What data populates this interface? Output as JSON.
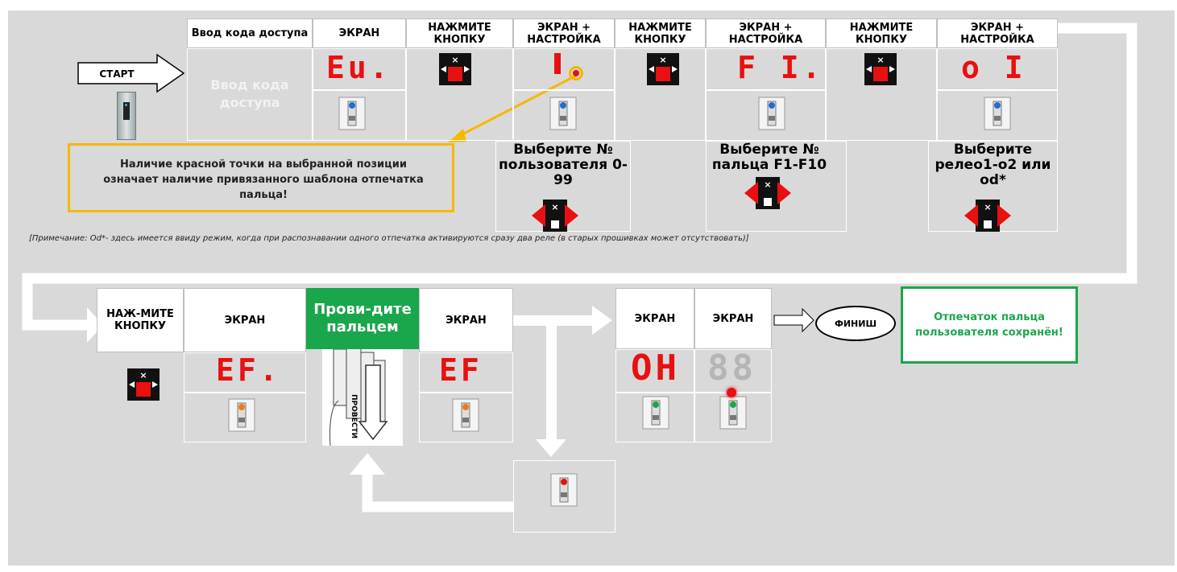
{
  "start_label": "СТАРТ",
  "finish_label": "ФИНИШ",
  "top_headers": [
    "Ввод кода доступа",
    "ЭКРАН",
    "НАЖМИТЕ КНОПКУ",
    "ЭКРАН + НАСТРОЙКА",
    "НАЖМИТЕ КНОПКУ",
    "ЭКРАН + НАСТРОЙКА",
    "НАЖМИТЕ КНОПКУ",
    "ЭКРАН + НАСТРОЙКА"
  ],
  "code_entry_faded": "Ввод кода доступа",
  "displays_top": [
    "Eu.",
    "F I.",
    "o I"
  ],
  "select_user": "Выберите № пользователя 0-99",
  "select_finger": "Выберите № пальца F1-F10",
  "select_relay": "Выберите релео1-о2 или od*",
  "red_dot_note": "Наличие красной точки на выбранной позиции означает наличие привязанного шаблона отпечатка пальца!",
  "footnote": "[Примечание: Od*- здесь имеется ввиду режим, когда при распознавании одного отпечатка активируются сразу два реле (в старых прошивках может отсутствовать)]",
  "bottom_headers": {
    "press": "НАЖ-МИТЕ КНОПКУ",
    "screen1": "ЭКРАН",
    "swipe": "Прови-дите пальцем",
    "screen2": "ЭКРАН",
    "screen3": "ЭКРАН",
    "screen4": "ЭКРАН"
  },
  "displays_bottom": [
    "EF.",
    "EF",
    "OH",
    "88"
  ],
  "swipe_arrow_text": "ПРОВЕСТИ",
  "saved_message": "Отпечаток пальца пользователя сохранён!",
  "colors": {
    "background": "#d9d9d9",
    "display_red": "#e81010",
    "note_border": "#f5b800",
    "note_arrow": "#f5b800",
    "saved_border": "#1aa64a",
    "saved_text": "#1aa64a",
    "swipe_header_bg": "#1aa64a",
    "led_blue": "#1e6fd0",
    "led_orange": "#f07a1a",
    "led_green": "#1aa64a",
    "led_red": "#e81010"
  },
  "icons": [
    "start-arrow-icon",
    "device-icon",
    "button-pad-icon",
    "reader-icon",
    "left-right-button-icon",
    "finger-swipe-icon",
    "flow-arrow-icon"
  ]
}
